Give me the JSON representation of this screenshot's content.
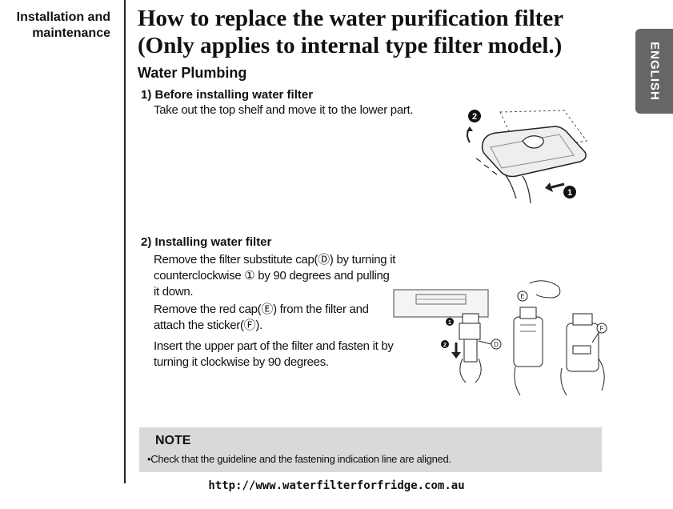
{
  "section_label": [
    "Installation and",
    "maintenance"
  ],
  "title_lines": [
    "How to replace the water purification filter",
    "(Only applies to internal type filter model.)"
  ],
  "language_tab": "ENGLISH",
  "subtitle": "Water Plumbing",
  "step1": {
    "heading": "1) Before installing water filter",
    "text": "Take out the top shelf and move it to the lower part.",
    "callouts": [
      "2",
      "1"
    ]
  },
  "step2": {
    "heading": "2) Installing water filter",
    "paragraph1": [
      "Remove the filter substitute cap(Ⓓ) by turning it",
      "counterclockwise ① by 90 degrees and pulling",
      "it down."
    ],
    "paragraph2": [
      "Remove the red cap(Ⓔ) from the filter and",
      "attach the  sticker(Ⓕ)."
    ],
    "paragraph3": [
      "Insert the upper part of the filter and fasten it by",
      "turning it clockwise by 90 degrees."
    ],
    "callouts": [
      "1",
      "2",
      "D",
      "E",
      "F"
    ]
  },
  "note": {
    "title": "NOTE",
    "text": "•Check that the guideline and the fastening indication line  are aligned."
  },
  "footer_url": "http://www.waterfilterforfridge.com.au",
  "colors": {
    "tab": "#666666",
    "note_bg": "#d9d9d9",
    "text": "#111111"
  }
}
